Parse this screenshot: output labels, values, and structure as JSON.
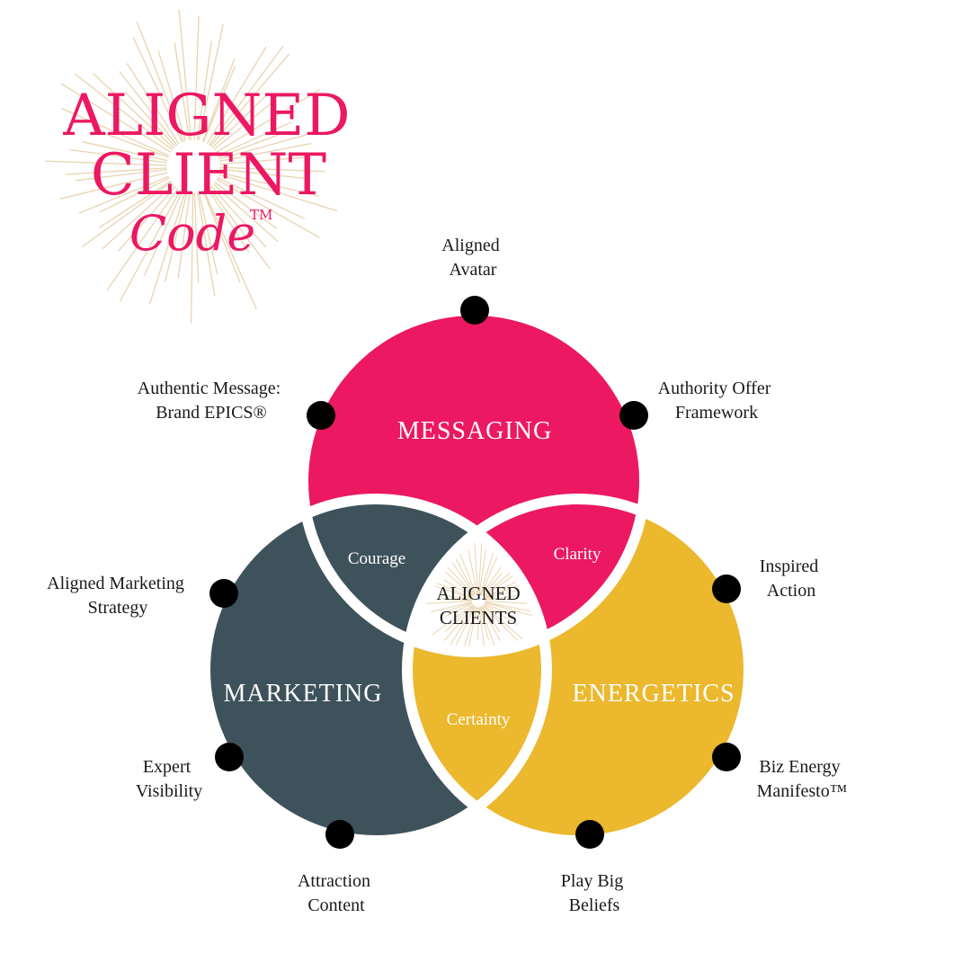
{
  "logo": {
    "line1": "ALIGNED",
    "line2": "CLIENT",
    "line3": "Code",
    "trademark": "TM"
  },
  "colors": {
    "messaging": "#ec1862",
    "marketing": "#3e525b",
    "energetics": "#ebb82e",
    "accent_rays": "#e9d3b0",
    "dot": "#000000"
  },
  "circles": {
    "messaging": "MESSAGING",
    "marketing": "MARKETING",
    "energetics": "ENERGETICS"
  },
  "lenses": {
    "courage": "Courage",
    "clarity": "Clarity",
    "certainty": "Certainty"
  },
  "center": {
    "line1": "ALIGNED",
    "line2": "CLIENTS"
  },
  "points": {
    "aligned_avatar": [
      "Aligned",
      "Avatar"
    ],
    "authentic_message": [
      "Authentic Message:",
      "Brand EPICS®"
    ],
    "authority_offer": [
      "Authority Offer",
      "Framework"
    ],
    "aligned_marketing": [
      "Aligned Marketing",
      "Strategy"
    ],
    "inspired_action": [
      "Inspired",
      "Action"
    ],
    "expert_visibility": [
      "Expert",
      "Visibility"
    ],
    "biz_energy": [
      "Biz Energy",
      "Manifesto™"
    ],
    "attraction_content": [
      "Attraction",
      "Content"
    ],
    "play_big": [
      "Play Big",
      "Beliefs"
    ]
  }
}
